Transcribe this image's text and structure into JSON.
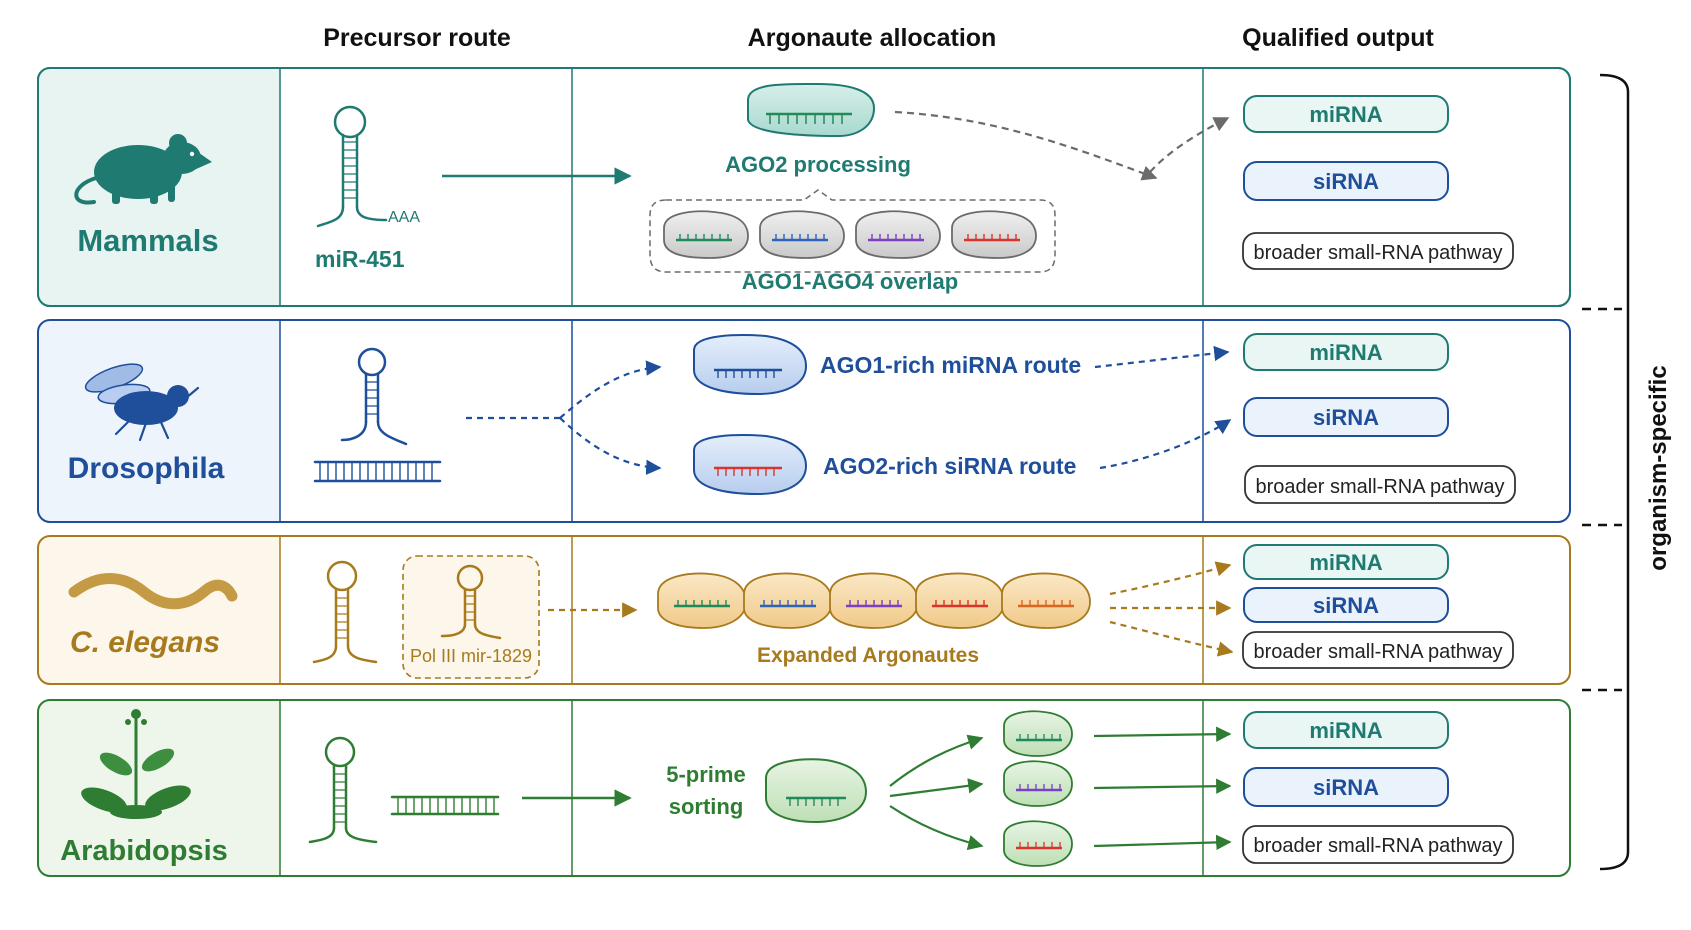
{
  "headers": {
    "precursor": "Precursor route",
    "argonaute": "Argonaute allocation",
    "output": "Qualified output"
  },
  "side_label": "organism-specific",
  "output_labels": {
    "mirna": "miRNA",
    "sirna": "siRNA",
    "broader": "broader small-RNA pathway"
  },
  "rows": {
    "mammals": {
      "name": "Mammals",
      "precursor_label": "miR-451",
      "tail_label": "AAA",
      "ago_main_label": "AGO2 processing",
      "ago_group_label": "AGO1-AGO4 overlap"
    },
    "drosophila": {
      "name": "Drosophila",
      "route1_label": "AGO1-rich miRNA route",
      "route2_label": "AGO2-rich siRNA route"
    },
    "celegans": {
      "name": "C. elegans",
      "polIII_label": "Pol III mir-1829",
      "ago_label": "Expanded Argonautes"
    },
    "arabidopsis": {
      "name": "Arabidopsis",
      "sorting_label_1": "5-prime",
      "sorting_label_2": "sorting"
    }
  },
  "colors": {
    "mammals": "#1f7a72",
    "mammals_bg": "#e8f4f1",
    "drosophila": "#1f4e9a",
    "drosophila_bg": "#eef4fb",
    "celegans": "#a77a1d",
    "celegans_bg": "#fdf6ea",
    "arabidopsis": "#2e7d32",
    "arabidopsis_bg": "#eef6ec",
    "grey": "#6b6b6b",
    "strand_green": "#1f8a5a",
    "strand_blue": "#2f62b8",
    "strand_purple": "#7b3fc1",
    "strand_red": "#d8342c",
    "strand_orange": "#d9661f"
  }
}
